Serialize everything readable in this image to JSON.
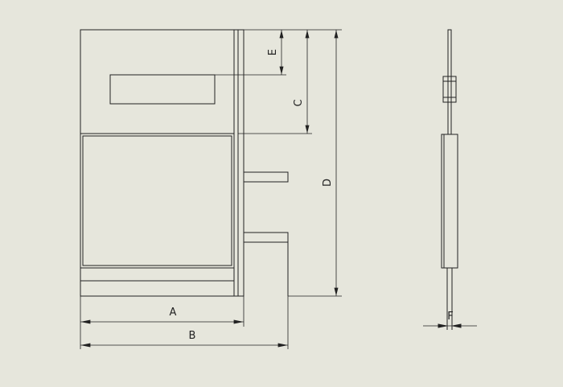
{
  "drawing": {
    "background": "#e6e6dc",
    "line_color": "#222222",
    "dimension_labels": {
      "a": "A",
      "b": "B",
      "c": "C",
      "d": "D",
      "e": "E",
      "f": "F"
    }
  }
}
